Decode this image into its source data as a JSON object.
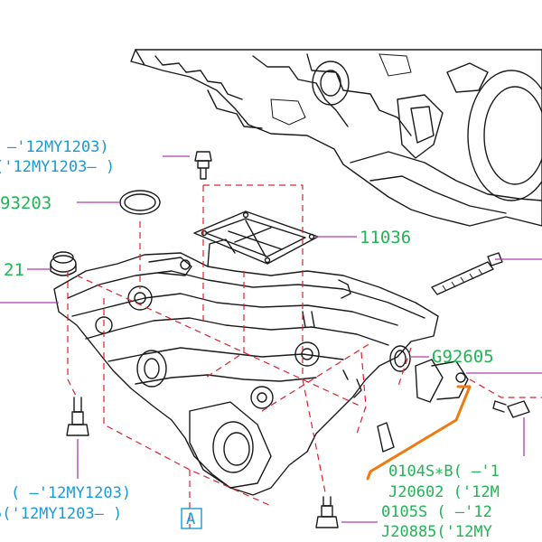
{
  "colors": {
    "label_text": "#22b455",
    "callout_text": "#1a9ad8",
    "leader_line": "#b03ab0",
    "dashed_line": "#e0202a",
    "wire_harness": "#f07a10",
    "outline": "#1a1a1a"
  },
  "labels": {
    "topleft_range_1": "–'12MY1203)",
    "topleft_range_2": "('12MY1203– )",
    "part_93203": "93203",
    "part_11036": "11036",
    "part_21": "21",
    "part_g92605": "G92605",
    "part_0104s": "0104S∗B( –'1",
    "part_j20602": "J20602 ('12M",
    "part_0105s": "0105S  ( –'12",
    "part_j20885": "J20885('12MY",
    "bottomleft_range_1": "( –'12MY1203)",
    "bottomleft_range_2": "5('12MY1203– )",
    "view_marker": "A"
  },
  "icons": {
    "view_marker_box": "square-letter-icon"
  }
}
